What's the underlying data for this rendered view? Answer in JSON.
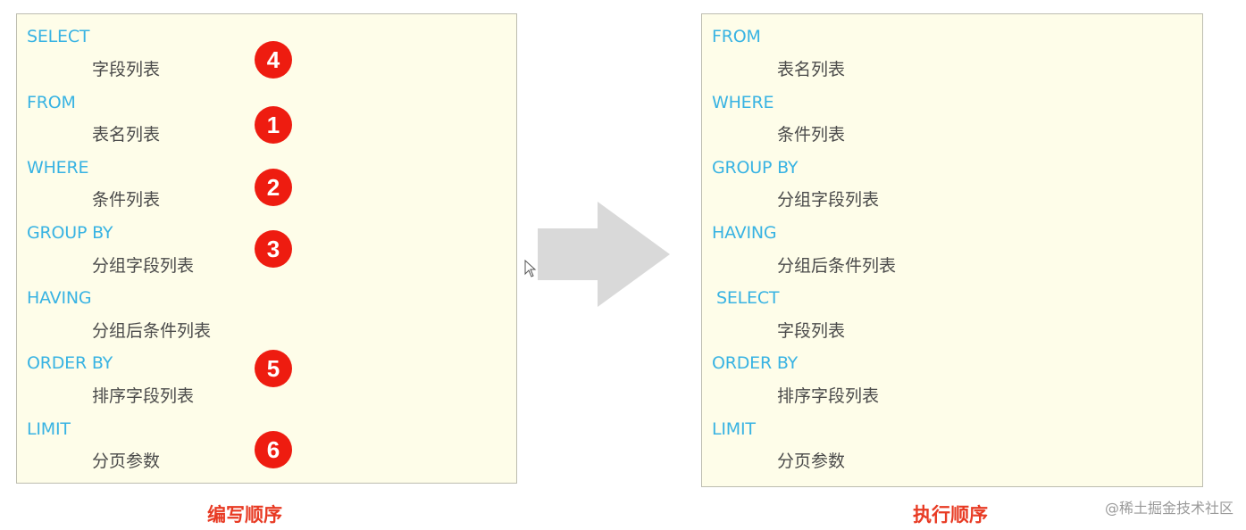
{
  "writing_order": {
    "title": "编写顺序",
    "rows": [
      {
        "clause": "SELECT",
        "detail": "字段列表",
        "step": "4"
      },
      {
        "clause": "FROM",
        "detail": "表名列表",
        "step": "1"
      },
      {
        "clause": "WHERE",
        "detail": "条件列表",
        "step": "2"
      },
      {
        "clause": "GROUP  BY",
        "detail": "分组字段列表",
        "step": "3"
      },
      {
        "clause": "HAVING",
        "detail": "分组后条件列表",
        "step": ""
      },
      {
        "clause": "ORDER BY",
        "detail": "排序字段列表",
        "step": "5"
      },
      {
        "clause": "LIMIT",
        "detail": "分页参数",
        "step": "6"
      }
    ]
  },
  "execution_order": {
    "title": "执行顺序",
    "rows": [
      {
        "clause": "FROM",
        "detail": "表名列表"
      },
      {
        "clause": "WHERE",
        "detail": "条件列表"
      },
      {
        "clause": "GROUP  BY",
        "detail": "分组字段列表"
      },
      {
        "clause": "HAVING",
        "detail": "分组后条件列表"
      },
      {
        "clause": "SELECT",
        "detail": "字段列表"
      },
      {
        "clause": "ORDER BY",
        "detail": "排序字段列表"
      },
      {
        "clause": "LIMIT",
        "detail": "分页参数"
      }
    ]
  },
  "watermark": "@稀土掘金技术社区",
  "colors": {
    "keyword": "#38b3e3",
    "text": "#4a4a4a",
    "badge": "#ee1c10",
    "caption": "#e83a23",
    "panel_bg": "#fefde9",
    "arrow": "#d9d9d9"
  }
}
